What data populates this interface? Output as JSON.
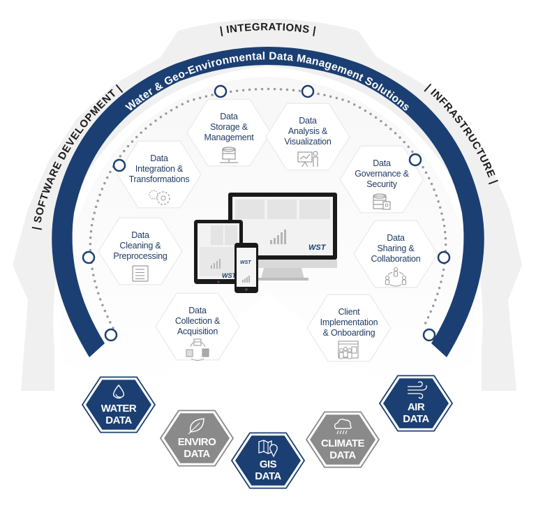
{
  "title": "Water & Geo-Environmental Data Management Solutions",
  "outer_ring": {
    "integrations": "| INTEGRATIONS |",
    "software_development": "| SOFTWARE DEVELOPMENT |",
    "infrastructure": "| INFRASTRUCTURE |"
  },
  "services": [
    {
      "id": "storage",
      "lines": [
        "Data",
        "Storage &",
        "Management"
      ],
      "icon": "database-server-icon"
    },
    {
      "id": "analysis",
      "lines": [
        "Data",
        "Analysis &",
        "Visualization"
      ],
      "icon": "presentation-chart-icon"
    },
    {
      "id": "integration",
      "lines": [
        "Data",
        "Integration &",
        "Transformations"
      ],
      "icon": "gears-icon"
    },
    {
      "id": "governance",
      "lines": [
        "Data",
        "Governance &",
        "Security"
      ],
      "icon": "database-lock-icon"
    },
    {
      "id": "cleaning",
      "lines": [
        "Data",
        "Cleaning &",
        "Preprocessing"
      ],
      "icon": "document-list-icon"
    },
    {
      "id": "sharing",
      "lines": [
        "Data",
        "Sharing &",
        "Collaboration"
      ],
      "icon": "people-network-icon"
    },
    {
      "id": "collection",
      "lines": [
        "Data",
        "Collection &",
        "Acquisition"
      ],
      "icon": "data-cycle-icon"
    },
    {
      "id": "onboarding",
      "lines": [
        "Client",
        "Implementation",
        "& Onboarding"
      ],
      "icon": "team-screen-icon"
    }
  ],
  "data_types": [
    {
      "id": "water",
      "lines": [
        "WATER",
        "DATA"
      ],
      "icon": "water-drop-icon",
      "color": "#1b3f72"
    },
    {
      "id": "enviro",
      "lines": [
        "ENVIRO",
        "DATA"
      ],
      "icon": "leaf-icon",
      "color": "#8a8a8a"
    },
    {
      "id": "gis",
      "lines": [
        "GIS",
        "DATA"
      ],
      "icon": "map-pin-icon",
      "color": "#1b3f72"
    },
    {
      "id": "climate",
      "lines": [
        "CLIMATE",
        "DATA"
      ],
      "icon": "rain-cloud-icon",
      "color": "#8a8a8a"
    },
    {
      "id": "air",
      "lines": [
        "AIR",
        "DATA"
      ],
      "icon": "wind-icon",
      "color": "#1b3f72"
    }
  ],
  "colors": {
    "navy": "#1b3f72",
    "gray_badge": "#8a8a8a",
    "ring_gray": "#efefef",
    "text_blue": "#1f3a63",
    "dot_gray": "#9a9a9a"
  },
  "devices": {
    "logo_text": "WST"
  }
}
